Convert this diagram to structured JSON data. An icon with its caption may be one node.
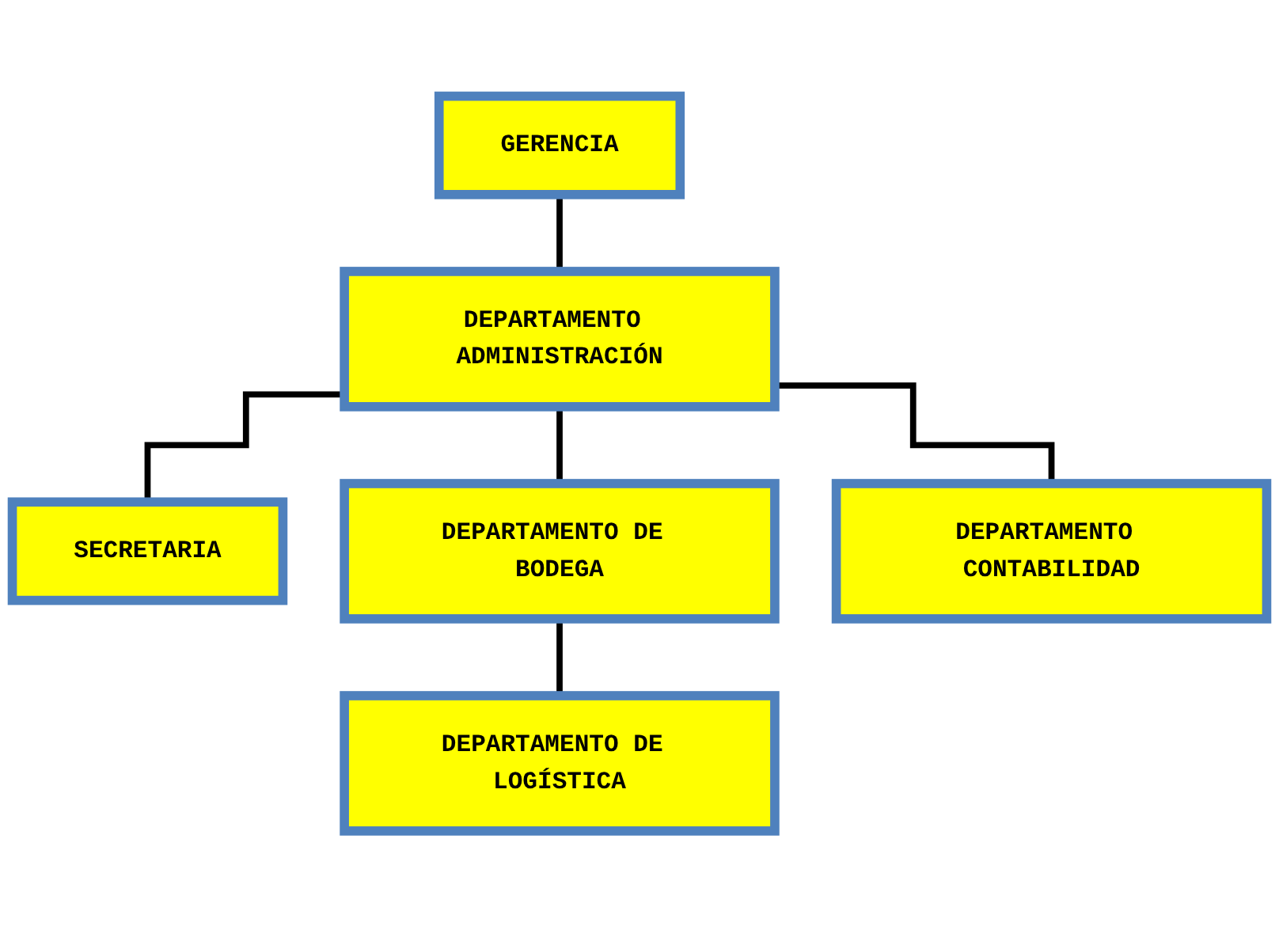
{
  "diagram": {
    "nodes": [
      {
        "text": [
          "GERENCIA"
        ]
      },
      {
        "text": [
          "DEPARTAMENTO ADMINISTRACIÓN"
        ]
      },
      {
        "text": [
          "SECRETARIA"
        ]
      },
      {
        "text": [
          "DEPARTAMENTO DE BODEGA"
        ]
      },
      {
        "text": [
          "DEPARTAMENTO CONTABILIDAD"
        ]
      },
      {
        "text": [
          "DEPARTAMENTO DE LOGÍSTICA"
        ]
      }
    ],
    "edges": [
      {
        "from": 0,
        "to": 1,
        "arrow": "none"
      },
      {
        "from": 1,
        "to": 2,
        "arrow": "none"
      },
      {
        "from": 1,
        "to": 3,
        "arrow": "none"
      },
      {
        "from": 1,
        "to": 4,
        "arrow": "none"
      },
      {
        "from": 3,
        "to": 5,
        "arrow": "none"
      }
    ]
  }
}
